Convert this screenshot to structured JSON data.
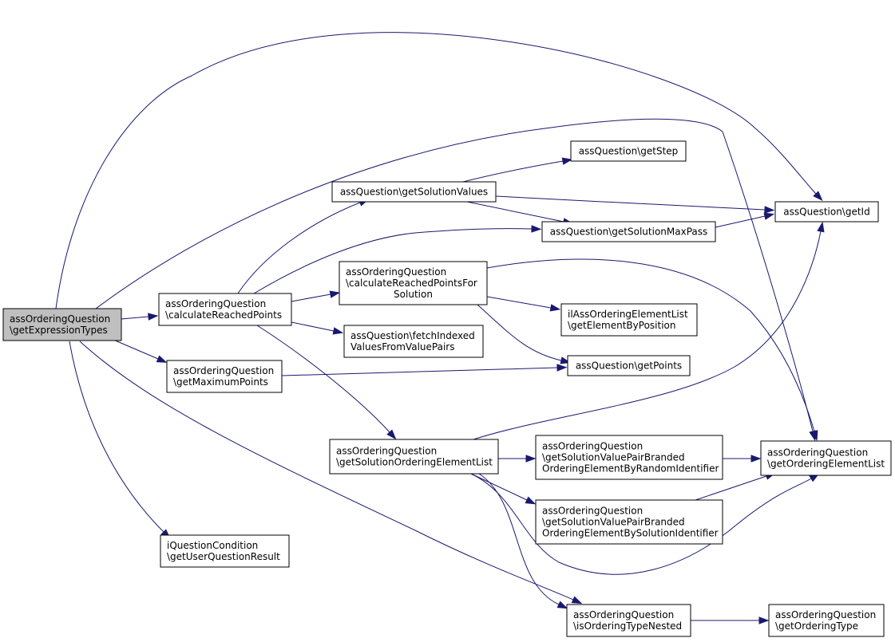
{
  "diagram": {
    "nodes": [
      {
        "id": "root",
        "lines": [
          "assOrderingQuestion",
          "\\getExpressionTypes"
        ],
        "root": true
      },
      {
        "id": "calcReached",
        "lines": [
          "assOrderingQuestion",
          "\\calculateReachedPoints"
        ]
      },
      {
        "id": "getMaxPoints",
        "lines": [
          "assOrderingQuestion",
          "\\getMaximumPoints"
        ]
      },
      {
        "id": "getUserResult",
        "lines": [
          "iQuestionCondition",
          "\\getUserQuestionResult"
        ]
      },
      {
        "id": "getSolutionValues",
        "lines": [
          "assQuestion\\getSolutionValues"
        ]
      },
      {
        "id": "getStep",
        "lines": [
          "assQuestion\\getStep"
        ]
      },
      {
        "id": "getSolutionMaxPass",
        "lines": [
          "assQuestion\\getSolutionMaxPass"
        ]
      },
      {
        "id": "getId",
        "lines": [
          "assQuestion\\getId"
        ]
      },
      {
        "id": "calcReachedForSolution",
        "lines": [
          "assOrderingQuestion",
          "\\calculateReachedPointsFor",
          "Solution"
        ]
      },
      {
        "id": "fetchIndexed",
        "lines": [
          "assQuestion\\fetchIndexed",
          "ValuesFromValuePairs"
        ]
      },
      {
        "id": "getElementByPosition",
        "lines": [
          "ilAssOrderingElementList",
          "\\getElementByPosition"
        ]
      },
      {
        "id": "getPoints",
        "lines": [
          "assQuestion\\getPoints"
        ]
      },
      {
        "id": "getSolutionOrderingElementList",
        "lines": [
          "assOrderingQuestion",
          "\\getSolutionOrderingElementList"
        ]
      },
      {
        "id": "byRandomId",
        "lines": [
          "assOrderingQuestion",
          "\\getSolutionValuePairBranded",
          "OrderingElementByRandomIdentifier"
        ]
      },
      {
        "id": "bySolutionId",
        "lines": [
          "assOrderingQuestion",
          "\\getSolutionValuePairBranded",
          "OrderingElementBySolutionIdentifier"
        ]
      },
      {
        "id": "getOrderingElementList",
        "lines": [
          "assOrderingQuestion",
          "\\getOrderingElementList"
        ]
      },
      {
        "id": "isOrderingTypeNested",
        "lines": [
          "assOrderingQuestion",
          "\\isOrderingTypeNested"
        ]
      },
      {
        "id": "getOrderingType",
        "lines": [
          "assOrderingQuestion",
          "\\getOrderingType"
        ]
      }
    ],
    "edges": [
      [
        "root",
        "calcReached"
      ],
      [
        "root",
        "getMaxPoints"
      ],
      [
        "root",
        "getUserResult"
      ],
      [
        "root",
        "getId"
      ],
      [
        "root",
        "getOrderingElementList"
      ],
      [
        "root",
        "isOrderingTypeNested"
      ],
      [
        "calcReached",
        "getSolutionValues"
      ],
      [
        "calcReached",
        "getSolutionMaxPass"
      ],
      [
        "calcReached",
        "calcReachedForSolution"
      ],
      [
        "calcReached",
        "fetchIndexed"
      ],
      [
        "calcReached",
        "getSolutionOrderingElementList"
      ],
      [
        "getSolutionValues",
        "getStep"
      ],
      [
        "getSolutionValues",
        "getId"
      ],
      [
        "getSolutionValues",
        "getSolutionMaxPass"
      ],
      [
        "getSolutionMaxPass",
        "getId"
      ],
      [
        "calcReachedForSolution",
        "getElementByPosition"
      ],
      [
        "calcReachedForSolution",
        "getPoints"
      ],
      [
        "calcReachedForSolution",
        "getOrderingElementList"
      ],
      [
        "getMaxPoints",
        "getPoints"
      ],
      [
        "getSolutionOrderingElementList",
        "getId"
      ],
      [
        "getSolutionOrderingElementList",
        "byRandomId"
      ],
      [
        "getSolutionOrderingElementList",
        "bySolutionId"
      ],
      [
        "getSolutionOrderingElementList",
        "getOrderingElementList"
      ],
      [
        "getSolutionOrderingElementList",
        "isOrderingTypeNested"
      ],
      [
        "byRandomId",
        "getOrderingElementList"
      ],
      [
        "bySolutionId",
        "getOrderingElementList"
      ],
      [
        "isOrderingTypeNested",
        "getOrderingType"
      ]
    ]
  }
}
